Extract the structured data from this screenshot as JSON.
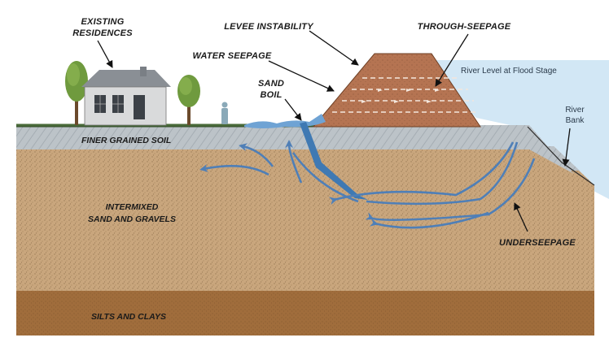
{
  "labels": {
    "existing_residences_1": "EXISTING",
    "existing_residences_2": "RESIDENCES",
    "levee_instability": "LEVEE INSTABILITY",
    "through_seepage": "THROUGH-SEEPAGE",
    "water_seepage": "WATER SEEPAGE",
    "sand_boil_1": "SAND",
    "sand_boil_2": "BOIL",
    "river_level": "River Level at Flood Stage",
    "river_bank_1": "River",
    "river_bank_2": "Bank",
    "finer_soil": "FINER GRAINED SOIL",
    "intermixed_1": "INTERMIXED",
    "intermixed_2": "SAND AND GRAVELS",
    "underseepage": "UNDERSEEPAGE",
    "silts_clays": "SILTS AND CLAYS"
  },
  "colors": {
    "sand": "#c9a67d",
    "finer_soil": "#b9c0c6",
    "silts": "#a06d3c",
    "levee": "#b57452",
    "river": "#d2e7f5",
    "arrow": "#4f7fb7",
    "grass": "#4a6b3a"
  }
}
